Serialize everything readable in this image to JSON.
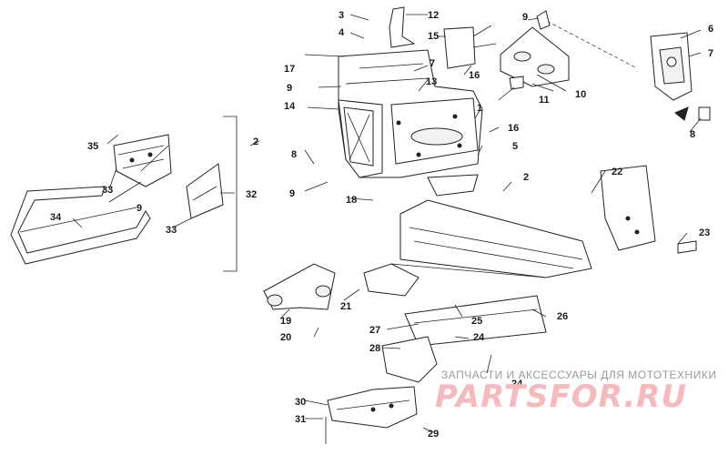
{
  "diagram": {
    "callouts": [
      "1",
      "2",
      "2",
      "3",
      "4",
      "5",
      "6",
      "7",
      "7",
      "8",
      "8",
      "9",
      "9",
      "9",
      "9",
      "10",
      "11",
      "12",
      "13",
      "14",
      "15",
      "16",
      "16",
      "17",
      "18",
      "19",
      "20",
      "21",
      "22",
      "23",
      "24",
      "24",
      "25",
      "26",
      "27",
      "28",
      "29",
      "30",
      "31",
      "32",
      "33",
      "33",
      "34",
      "35"
    ],
    "watermark": {
      "text": "ЗАПЧАСТИ И АКСЕССУАРЫ ДЛЯ МОТОТЕХНИКИ",
      "logo": "PARTSFOR.RU"
    },
    "colors": {
      "ink": "#222222",
      "watermark_logo": "#f6b9bd",
      "watermark_text": "#9a9a9a"
    }
  }
}
